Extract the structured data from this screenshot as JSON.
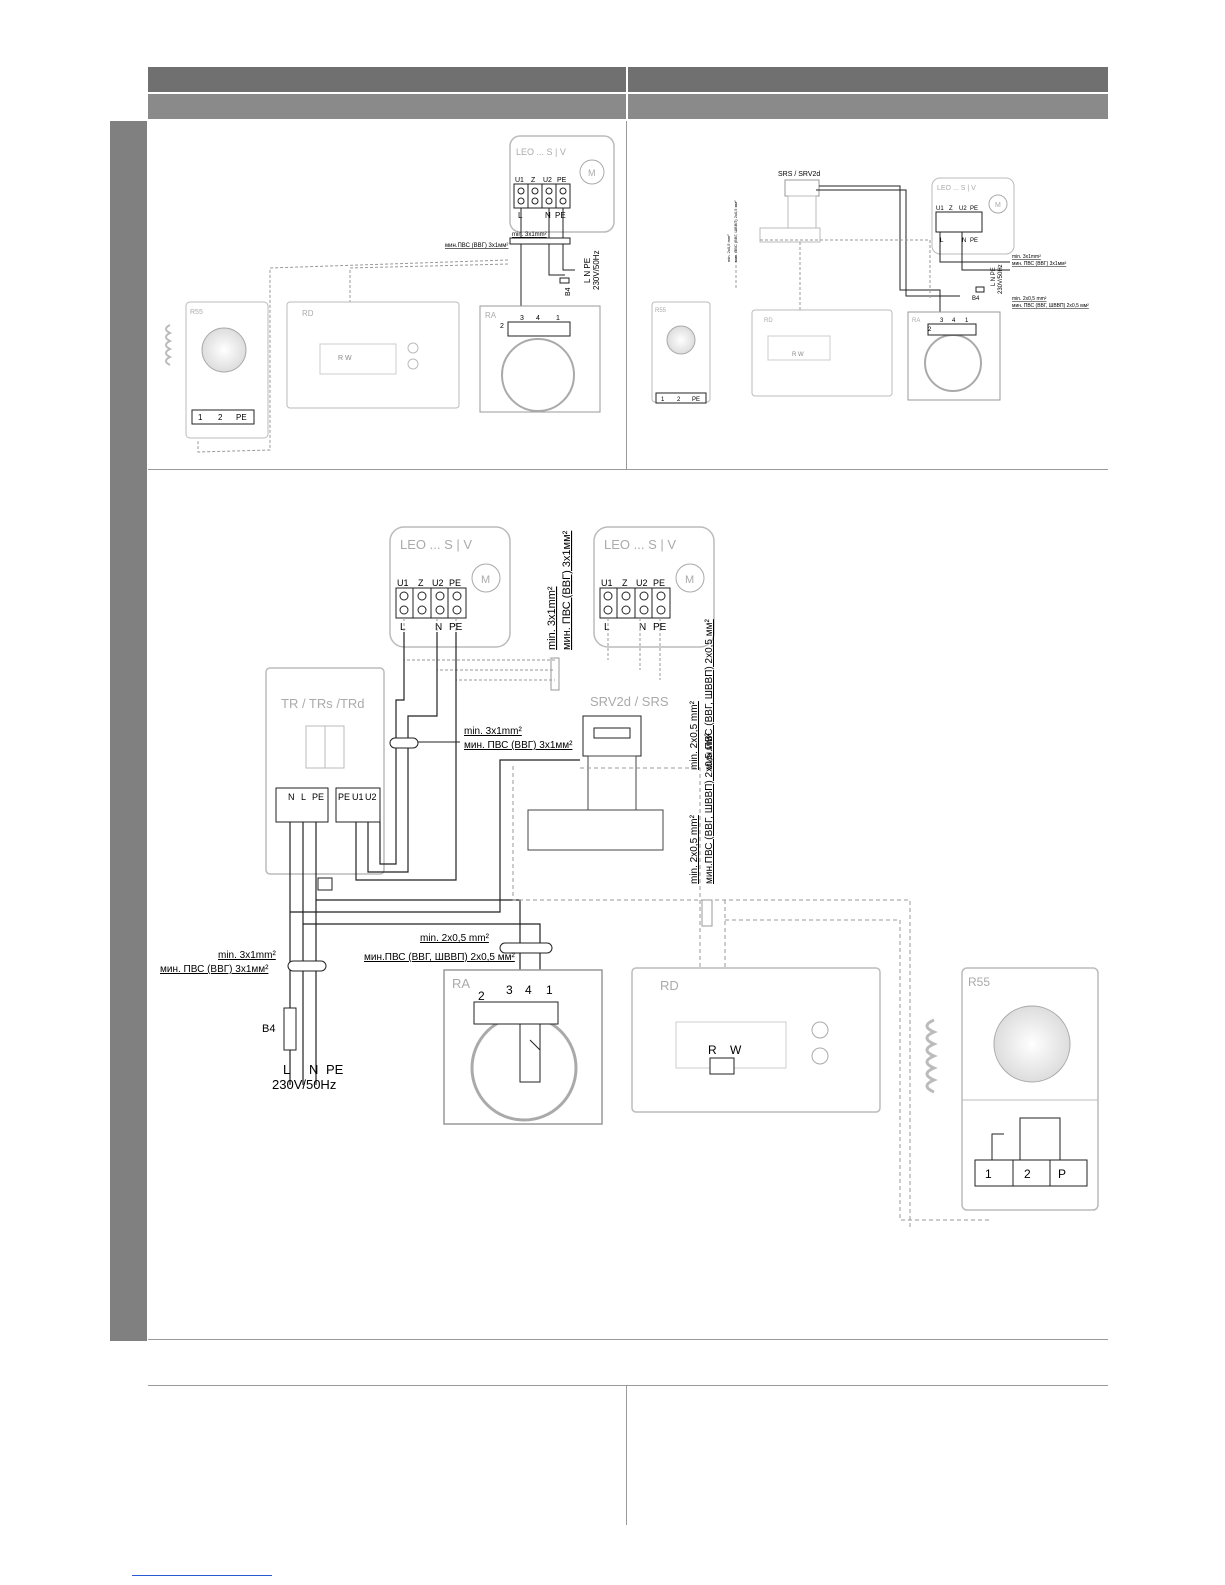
{
  "top_left": {
    "leo_label": "LEO ... S | V",
    "motor": "M",
    "terminals": [
      "U1",
      "Z",
      "U2",
      "PE"
    ],
    "terminal_bottom": [
      "L",
      "N",
      "PE"
    ],
    "cable_min": "min. 3x1mm²",
    "cable_rus": "мин.ПВС (ВВГ) 3x1мм²",
    "supply_lines": "L N PE",
    "supply_voltage": "230V/50Hz",
    "fuse": "B4",
    "r55": "R55",
    "r55_terms": [
      "1",
      "2",
      "PE"
    ],
    "rd": "RD",
    "rd_rw": "R  W",
    "ra": "RA",
    "ra_terms": [
      "2",
      "3",
      "4",
      "1"
    ]
  },
  "top_right": {
    "srs": "SRS / SRV2d",
    "leo_label": "LEO ... S | V",
    "motor": "M",
    "terminals": [
      "U1",
      "Z",
      "U2",
      "PE"
    ],
    "terminal_bottom": [
      "L",
      "N",
      "PE"
    ],
    "cable1_min": "min. 3x1mm²",
    "cable1_rus": "мин. ПВС (ВВГ) 3x1мм²",
    "cable2_min": "min. 2x0,5 mm²",
    "cable2_rus": "мин. ПВС (ВВГ, ШВВП) 2x0,5 мм²",
    "side_min": "min. 2x0,5 mm²",
    "side_rus": "мин. ПВС (ВВГ, ШВВП) 2x0,5 мм²",
    "supply_lines": "L N PE",
    "supply_voltage": "230V/50Hz",
    "fuse": "B4",
    "r55": "R55",
    "r55_terms": [
      "1",
      "2",
      "PE"
    ],
    "rd": "RD",
    "rd_rw": "R  W",
    "ra": "RA",
    "ra_terms": [
      "2",
      "3",
      "4",
      "1"
    ]
  },
  "main": {
    "leo1": "LEO ... S | V",
    "leo2": "LEO ... S | V",
    "motor": "M",
    "leo_terms": [
      "U1",
      "Z",
      "U2",
      "PE"
    ],
    "leo_bottom": [
      "L",
      "N",
      "PE"
    ],
    "vertical_min": "min. 3x1mm²",
    "vertical_rus": "мин. ПВС (ВВГ) 3x1мм²",
    "tr": "TR / TRs /TRd",
    "tr_left_terms": [
      "N",
      "L",
      "PE"
    ],
    "tr_right_terms": [
      "PE",
      "U1",
      "U2"
    ],
    "tr_cable_min": "min. 3x1mm²",
    "tr_cable_rus": "мин. ПВС (ВВГ) 3x1мм²",
    "srv": "SRV2d / SRS",
    "srv_min": "min. 2x0,5 mm²",
    "srv_rus": "мин.ПВС (ВВГ, ШВВП) 2x0,5 мм²",
    "mid_min": "min. 2x0,5 mm²",
    "mid_rus": "мин.ПВС (ВВГ, ШВВП) 2x0,5 мм²",
    "ra_min": "min. 2x0,5 mm²",
    "ra_rus": "мин.ПВС (ВВГ, ШВВП) 2x0,5 мм²",
    "supply_min": "min. 3x1mm²",
    "supply_rus": "мин. ПВС (ВВГ) 3x1мм²",
    "fuse": "B4",
    "supply_L": "L",
    "supply_N": "N",
    "supply_PE": "PE",
    "supply_voltage": "230V/50Hz",
    "ra": "RA",
    "ra_terms": [
      "2",
      "3",
      "4",
      "1"
    ],
    "rd": "RD",
    "rd_R": "R",
    "rd_W": "W",
    "r55": "R55",
    "r55_terms": [
      "1",
      "2",
      "P"
    ]
  }
}
